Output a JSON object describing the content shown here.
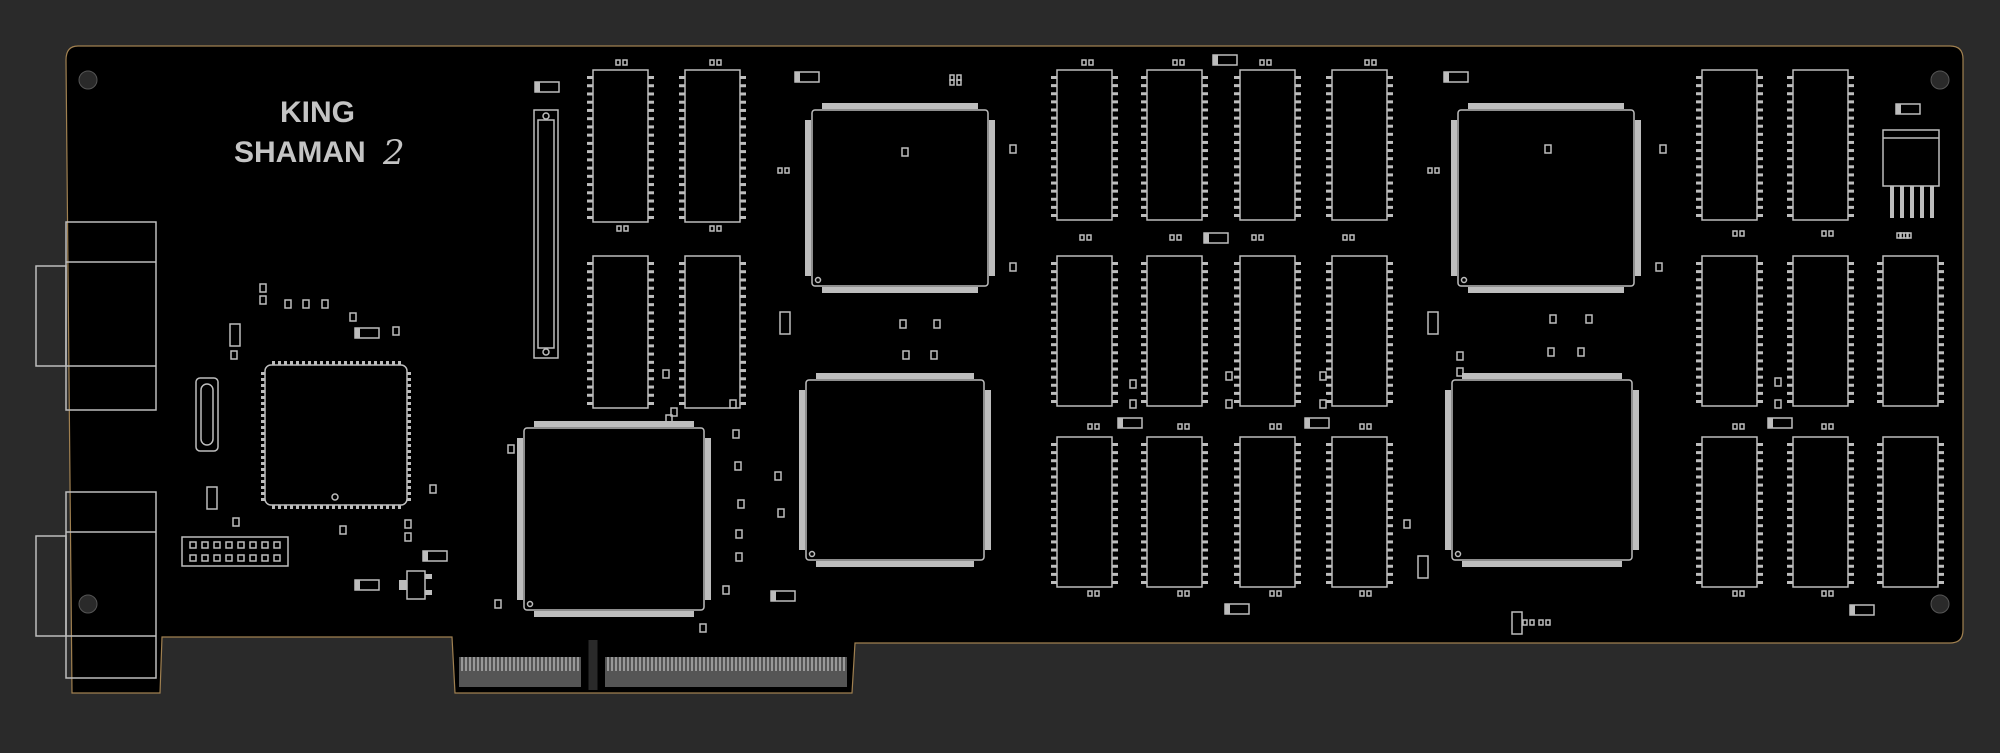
{
  "board": {
    "title_line1": "KING",
    "title_line2": "SHAMAN",
    "title_number": "2"
  },
  "colors": {
    "background": "#2a2a2a",
    "board": "#000000",
    "board_outline": "#a08050",
    "silkscreen": "#bdbdbd"
  },
  "components": {
    "connectors": [
      "db-connector-top",
      "db-connector-bottom",
      "pci-edge-connector",
      "pin-header",
      "ribbon-header"
    ],
    "chips": [
      "cpu-qfp-large",
      "qfp-left",
      "qfp-center-top",
      "qfp-center-bottom",
      "qfp-right-top",
      "qfp-right-bottom",
      "plcc-chip"
    ],
    "memory_banks": [
      "tsop-bank-left",
      "tsop-bank-center",
      "tsop-bank-right"
    ],
    "passives": [
      "crystal",
      "regulator",
      "capacitors",
      "resistors"
    ]
  }
}
